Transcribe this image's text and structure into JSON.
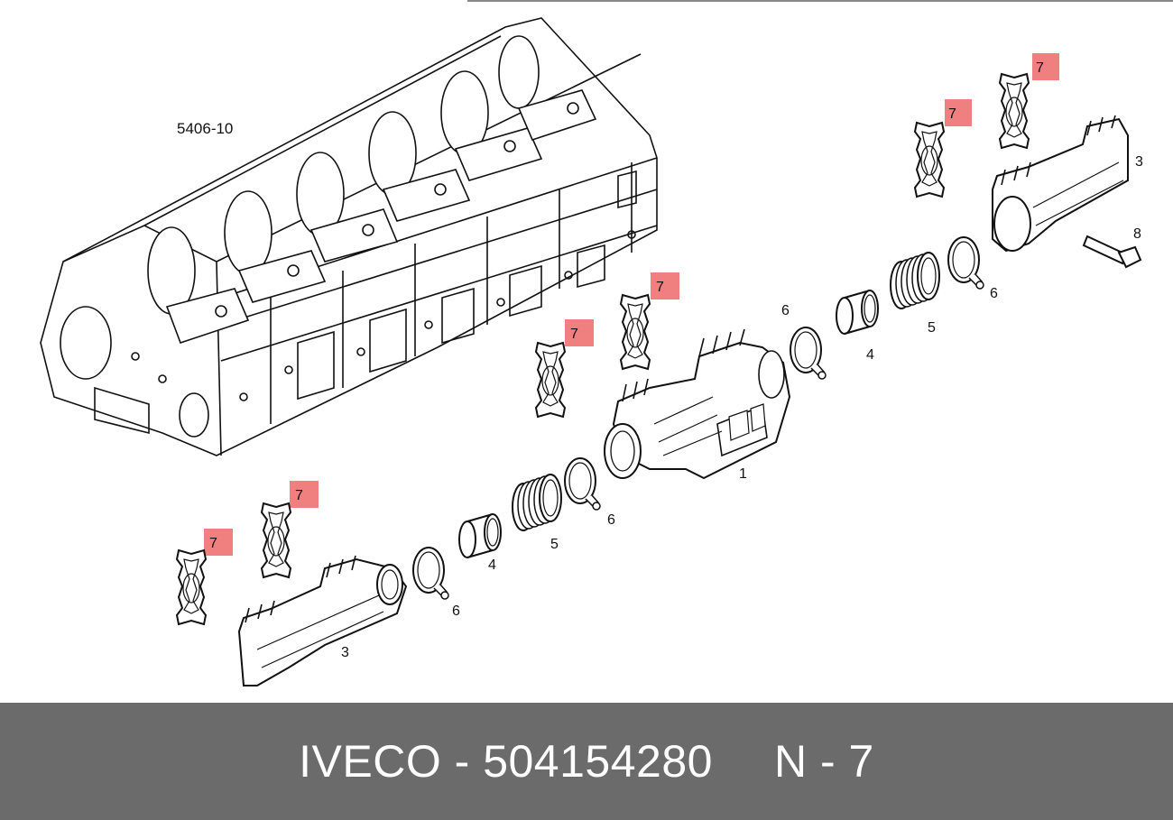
{
  "diagram": {
    "reference_label": "5406-10",
    "highlighted_part": "7",
    "highlight_color": "#f08080",
    "callouts": [
      "1",
      "3",
      "3",
      "4",
      "4",
      "5",
      "5",
      "6",
      "6",
      "6",
      "6",
      "7",
      "7",
      "7",
      "7",
      "7",
      "7",
      "8"
    ]
  },
  "footer": {
    "brand": "IVECO",
    "separator": " - ",
    "part_number": "504154280",
    "position_label": "N - 7",
    "background": "#6b6b6b"
  }
}
